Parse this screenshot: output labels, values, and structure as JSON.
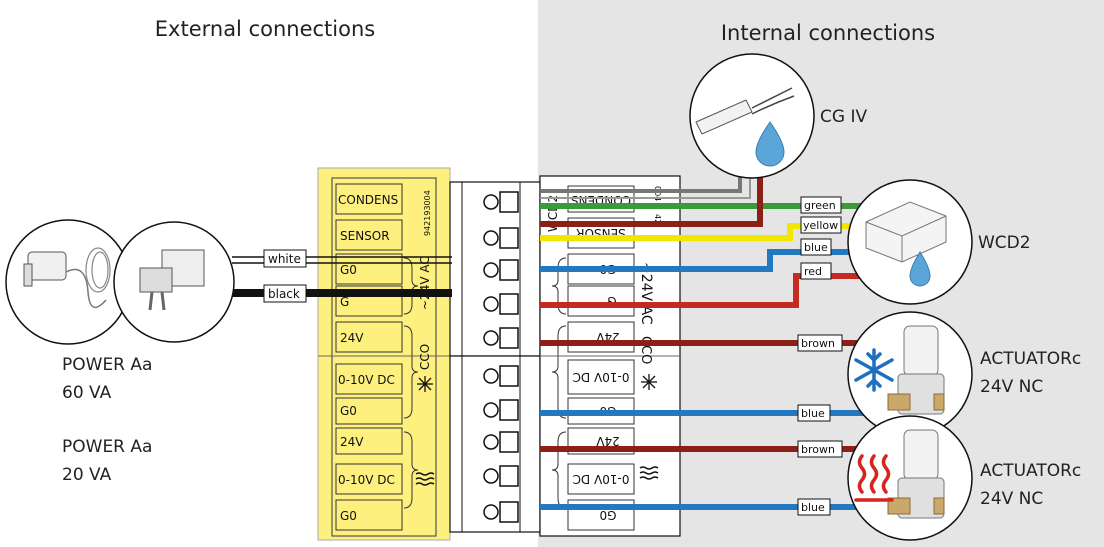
{
  "sections": {
    "external_title": "External connections",
    "internal_title": "Internal connections"
  },
  "power": {
    "line1": "POWER Aa",
    "line2": "60 VA",
    "line3": "POWER Aa",
    "line4": "20 VA"
  },
  "terminal_left": {
    "part_number": "942193004",
    "voltage_label": "~24V AC",
    "cco_label": "CCO",
    "labels": [
      "CONDENS",
      "SENSOR",
      "G0",
      "G",
      "24V",
      "0-10V DC",
      "G0",
      "24V",
      "0-10V DC",
      "G0"
    ]
  },
  "terminal_right": {
    "part_number_a": "004",
    "part_number_b": "42",
    "voltage_label": "~24V AC",
    "cco_label": "CCO",
    "wcd2_label": "WCD2",
    "labels": [
      "CONDENS",
      "SENSOR",
      "G0",
      "G",
      "24V",
      "0-10V DC",
      "G0",
      "24V",
      "0-10V DC",
      "G0"
    ]
  },
  "wires": {
    "white": "white",
    "black": "black",
    "green": "green",
    "yellow": "yellow",
    "blue1": "blue",
    "red": "red",
    "brown1": "brown",
    "blue2": "blue",
    "brown2": "brown",
    "blue3": "blue"
  },
  "devices": {
    "cg_iv": "CG IV",
    "wcd2": "WCD2",
    "actuator1_line1": "ACTUATORc",
    "actuator1_line2": "24V NC",
    "actuator2_line1": "ACTUATORc",
    "actuator2_line2": "24V NC"
  },
  "colors": {
    "internal_bg": "#e5e5e5",
    "terminal_yellow": "#fdf07f",
    "wire_green": "#3c9a3a",
    "wire_yellow": "#f2e600",
    "wire_blue": "#2478c0",
    "wire_red": "#c42a22",
    "wire_brown": "#8a2018",
    "heat_red": "#d8241c",
    "cold_blue": "#1f6fbf",
    "drop_blue": "#5aa6d8"
  }
}
